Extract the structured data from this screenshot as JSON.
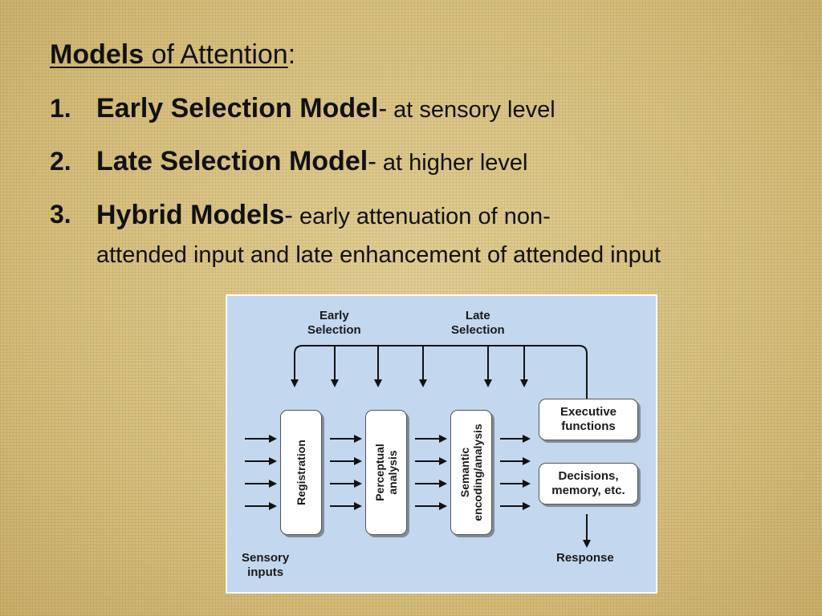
{
  "heading": {
    "underlined_bold": "Models",
    "underlined_rest": " of Attention",
    "suffix": ":"
  },
  "list": [
    {
      "number": "1.",
      "title": "Early Selection Model",
      "dash": "-",
      "desc": " at sensory level"
    },
    {
      "number": "2.",
      "title": "Late Selection Model",
      "dash": "-",
      "desc": " at higher level"
    },
    {
      "number": "3.",
      "title": "Hybrid Models",
      "dash": "-",
      "desc": " early attenuation of non-",
      "desc_cont": "attended input and late enhancement of attended input"
    }
  ],
  "figure": {
    "early_selection": [
      "Early",
      "Selection"
    ],
    "late_selection": [
      "Late",
      "Selection"
    ],
    "stages": [
      "Registration",
      "Perceptual analysis",
      "Semantic encoding/analysis"
    ],
    "stage_lines": [
      [
        "Registration"
      ],
      [
        "Perceptual",
        "analysis"
      ],
      [
        "Semantic",
        "encoding/analysis"
      ]
    ],
    "executive": [
      "Executive",
      "functions"
    ],
    "decisions": [
      "Decisions,",
      "memory, etc."
    ],
    "sensory_inputs": [
      "Sensory",
      "inputs"
    ],
    "response": "Response",
    "colors": {
      "panel": "#c3d7ef",
      "box": "#ffffff",
      "arrow": "#111111"
    }
  }
}
